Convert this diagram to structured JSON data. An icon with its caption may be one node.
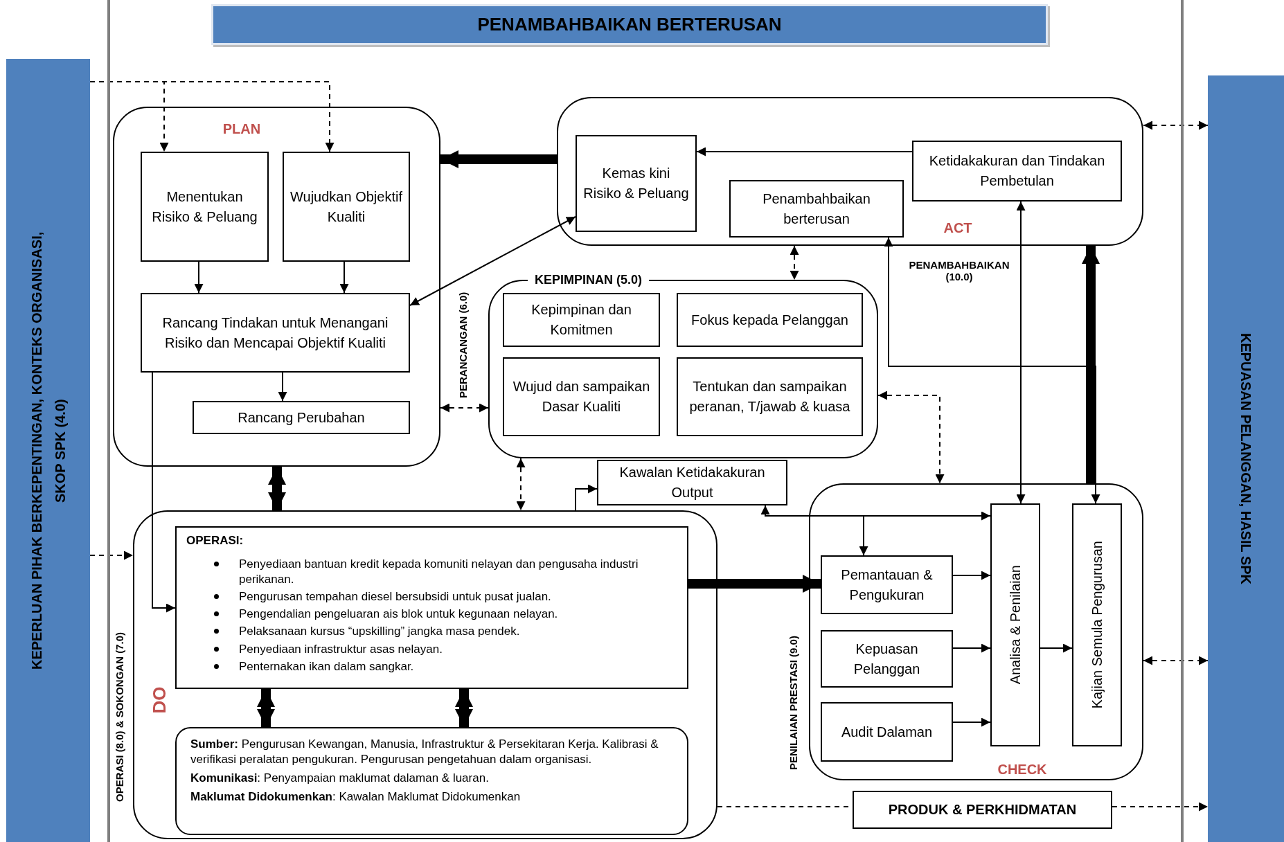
{
  "diagram": {
    "title": "PENAMBAHBAIKAN BERTERUSAN",
    "nodes": [
      {
        "text": [
          "KEPERLUAN PIHAK BERKEPENTINGAN, KONTEKS ORGANISASI, SKOP SPK (4.0)"
        ]
      },
      {
        "text": [
          "PLAN"
        ]
      },
      {
        "text": [
          "Menentukan Risiko & Peluang"
        ],
        "in": 1
      },
      {
        "text": [
          "Wujudkan Objektif Kualiti"
        ],
        "in": 1
      },
      {
        "text": [
          "Rancang Tindakan untuk Menangani Risiko dan Mencapai Objektif Kualiti"
        ],
        "in": 1
      },
      {
        "text": [
          "Rancang Perubahan"
        ],
        "in": 1
      },
      {
        "text": [
          "ACT"
        ]
      },
      {
        "text": [
          "Kemas kini Risiko & Peluang"
        ],
        "in": 6
      },
      {
        "text": [
          "Penambahbaikan berterusan"
        ],
        "in": 6
      },
      {
        "text": [
          "Ketidakakuran dan Tindakan Pembetulan"
        ],
        "in": 6
      },
      {
        "text": [
          "KEPIMPINAN (5.0)"
        ]
      },
      {
        "text": [
          "Kepimpinan dan Komitmen"
        ],
        "in": 10
      },
      {
        "text": [
          "Fokus kepada Pelanggan"
        ],
        "in": 10
      },
      {
        "text": [
          "Wujud dan sampaikan Dasar Kualiti"
        ],
        "in": 10
      },
      {
        "text": [
          "Tentukan dan sampaikan peranan, T/jawab & kuasa"
        ],
        "in": 10
      },
      {
        "text": [
          "Kawalan Ketidakakuran Output"
        ]
      },
      {
        "text": [
          "DO"
        ]
      },
      {
        "text": [
          "OPERASI:",
          "Penyediaan bantuan kredit kepada komuniti nelayan dan pengusaha industri perikanan.",
          "Pengurusan tempahan diesel bersubsidi untuk pusat jualan.",
          "Pengendalian pengeluaran ais blok untuk kegunaan nelayan.",
          "Pelaksanaan kursus “upskilling” jangka masa pendek.",
          "Penyediaan infrastruktur asas nelayan.",
          "Penternakan ikan dalam sangkar."
        ],
        "in": 16
      },
      {
        "text": [
          "**Sumber:** Pengurusan Kewangan, Manusia, Infrastruktur & Persekitaran Kerja. Kalibrasi & verifikasi peralatan pengukuran. Pengurusan pengetahuan dalam organisasi.",
          "**Komunikasi**: Penyampaian maklumat dalaman & luaran.",
          "**Maklumat Didokumenkan**: Kawalan Maklumat Didokumenkan"
        ],
        "in": 16
      },
      {
        "text": [
          "CHECK"
        ]
      },
      {
        "text": [
          "Pemantauan & Pengukuran"
        ],
        "in": 19
      },
      {
        "text": [
          "Kepuasan Pelanggan"
        ],
        "in": 19
      },
      {
        "text": [
          "Audit Dalaman"
        ],
        "in": 19
      },
      {
        "text": [
          "Analisa & Penilaian"
        ],
        "in": 19
      },
      {
        "text": [
          "Kajian Semula Pengurusan"
        ],
        "in": 19
      },
      {
        "text": [
          "PRODUK & PERKHIDMATAN"
        ]
      },
      {
        "text": [
          "KEPUASAN PELANGGAN, HASIL SPK"
        ]
      }
    ],
    "edges": [
      {
        "from": 0,
        "to": 2,
        "arrow": "to",
        "style": "dashed"
      },
      {
        "from": 0,
        "to": 3,
        "arrow": "to",
        "style": "dashed"
      },
      {
        "from": 0,
        "to": 16,
        "arrow": "to",
        "style": "dashed"
      },
      {
        "from": 2,
        "to": 4,
        "arrow": "to"
      },
      {
        "from": 3,
        "to": 4,
        "arrow": "to"
      },
      {
        "from": 4,
        "to": 5,
        "arrow": "to"
      },
      {
        "from": 4,
        "to": 17,
        "arrow": "to"
      },
      {
        "from": 7,
        "to": 4,
        "arrow": "both"
      },
      {
        "from": 9,
        "to": 7,
        "arrow": "to"
      },
      {
        "from": 9,
        "to": 23,
        "arrow": "both"
      },
      {
        "from": 8,
        "to": 24,
        "arrow": "both"
      },
      {
        "from": 6,
        "to": 10,
        "arrow": "both",
        "style": "dashed"
      },
      {
        "from": 1,
        "to": 10,
        "arrow": "both",
        "style": "dashed"
      },
      {
        "from": 10,
        "to": 16,
        "arrow": "both",
        "style": "dashed"
      },
      {
        "from": 10,
        "to": 19,
        "arrow": "both",
        "style": "dashed"
      },
      {
        "from": 16,
        "to": 15,
        "arrow": "to"
      },
      {
        "from": 15,
        "to": 23,
        "arrow": "both"
      },
      {
        "from": 15,
        "to": 20,
        "arrow": "to"
      },
      {
        "from": 20,
        "to": 23,
        "arrow": "to"
      },
      {
        "from": 21,
        "to": 23,
        "arrow": "to"
      },
      {
        "from": 22,
        "to": 23,
        "arrow": "to"
      },
      {
        "from": 23,
        "to": 24,
        "arrow": "to"
      },
      {
        "from": 6,
        "to": 26,
        "arrow": "both",
        "style": "dashed"
      },
      {
        "from": 19,
        "to": 26,
        "arrow": "both",
        "style": "dashed"
      },
      {
        "from": 16,
        "to": 25,
        "arrow": "none",
        "style": "dashed"
      },
      {
        "from": 25,
        "to": 26,
        "arrow": "to",
        "style": "dashed"
      },
      {
        "from": 6,
        "to": 1,
        "arrow": "to",
        "style": "thick"
      },
      {
        "from": 1,
        "to": 16,
        "arrow": "both",
        "style": "thick"
      },
      {
        "from": 17,
        "to": 20,
        "arrow": "to",
        "style": "thick"
      },
      {
        "from": 19,
        "to": 6,
        "arrow": "to",
        "style": "thick"
      },
      {
        "from": 17,
        "to": 18,
        "arrow": "both",
        "style": "thick"
      },
      {
        "from": 17,
        "to": 18,
        "arrow": "both",
        "style": "thick"
      }
    ],
    "labels": [
      "PERANCANGAN (6.0)",
      "PENAMBAHBAIKAN (10.0)",
      "OPERASI (8.0) & SOKONGAN (7.0)",
      "PENILAIAN PRESTASI (9.0)"
    ]
  }
}
